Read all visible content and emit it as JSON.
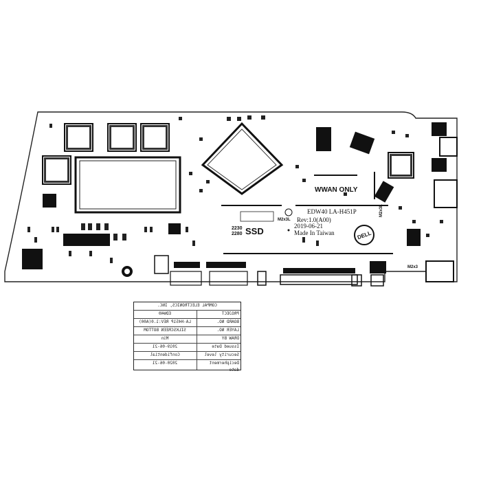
{
  "board": {
    "model_line": "EDW40  LA-H451P",
    "revision": "Rev:1.0(A00)",
    "date": "2019-06-21",
    "origin": "Made In Taiwan",
    "wwan_label": "WWAN ONLY",
    "ssd_top": "2230",
    "ssd_bottom": "2280",
    "ssd_label": "SSD",
    "screw_label_1": "M2x3L",
    "screw_label_2": "M2x3L",
    "screw_label_3": "M2x3",
    "logo_text": "DELL",
    "colors": {
      "ink": "#1a1a1a",
      "board_outline": "#222222",
      "trace": "#555555"
    }
  },
  "title_block": {
    "company": "COMPAL ELECTRONICS, INC.",
    "rows": [
      {
        "key": "PROJECT",
        "value": "EDW40"
      },
      {
        "key": "BOARD NO.",
        "value": "LA-H451P REV:1.0(A00)"
      },
      {
        "key": "LAYER NO.",
        "value": "SILKSCREEN BOTTOM"
      },
      {
        "key": "DRAW BY",
        "value": "Min"
      },
      {
        "key": "Issued Date",
        "value": "2019-06-21"
      },
      {
        "key": "Security level",
        "value": "Confidential"
      },
      {
        "key": "Decipherment date",
        "value": "2020-06-21"
      }
    ]
  }
}
